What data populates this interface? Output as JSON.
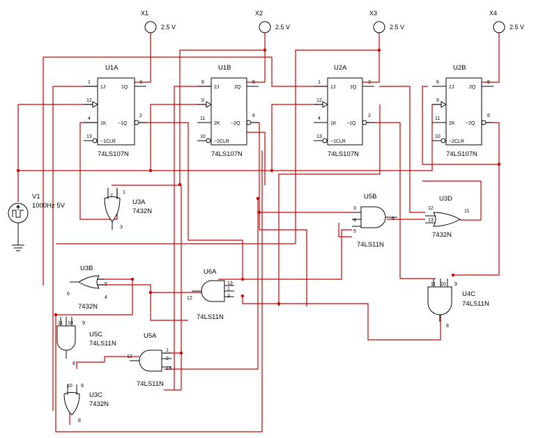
{
  "probes": [
    {
      "name": "X1",
      "reading": "2.5 V"
    },
    {
      "name": "X2",
      "reading": "2.5 V"
    },
    {
      "name": "X3",
      "reading": "2.5 V"
    },
    {
      "name": "X4",
      "reading": "2.5 V"
    }
  ],
  "source": {
    "ref": "V1",
    "spec": "1000Hz  5V"
  },
  "flipflops": [
    {
      "ref": "U1A",
      "part": "74LS107N",
      "j_pin": "1",
      "j_label": "1J",
      "clk_pin": "12",
      "k_pin": "4",
      "k_label": "1K",
      "clr_pin": "13",
      "clr_label": "~1CLR",
      "q_pin": "3",
      "q_label": "1Q",
      "qn_pin": "2",
      "qn_label": "~1Q"
    },
    {
      "ref": "U1B",
      "part": "74LS107N",
      "j_pin": "8",
      "j_label": "2J",
      "clk_pin": "9",
      "k_pin": "11",
      "k_label": "2K",
      "clr_pin": "10",
      "clr_label": "~2CLR",
      "q_pin": "5",
      "q_label": "2Q",
      "qn_pin": "6",
      "qn_label": "~2Q"
    },
    {
      "ref": "U2A",
      "part": "74LS107N",
      "j_pin": "1",
      "j_label": "1J",
      "clk_pin": "12",
      "k_pin": "4",
      "k_label": "1K",
      "clr_pin": "13",
      "clr_label": "~1CLR",
      "q_pin": "3",
      "q_label": "1Q",
      "qn_pin": "2",
      "qn_label": "~1Q"
    },
    {
      "ref": "U2B",
      "part": "74LS107N",
      "j_pin": "8",
      "j_label": "2J",
      "clk_pin": "9",
      "k_pin": "11",
      "k_label": "2K",
      "clr_pin": "10",
      "clr_label": "~2CLR",
      "q_pin": "5",
      "q_label": "2Q",
      "qn_pin": "6",
      "qn_label": "~2Q"
    }
  ],
  "gates": [
    {
      "ref": "U3A",
      "part": "7432N",
      "pins": [
        "2",
        "1",
        "3"
      ]
    },
    {
      "ref": "U3B",
      "part": "7432N",
      "pins": [
        "5",
        "4",
        "6"
      ]
    },
    {
      "ref": "U3C",
      "part": "7432N",
      "pins": [
        "10",
        "9",
        "8"
      ]
    },
    {
      "ref": "U3D",
      "part": "7432N",
      "pins": [
        "12",
        "13",
        "11"
      ]
    },
    {
      "ref": "U5B",
      "part": "74LS11N",
      "pins": [
        "3",
        "4",
        "5",
        "6"
      ]
    },
    {
      "ref": "U6A",
      "part": "74LS11N",
      "pins": [
        "13",
        "1",
        "2",
        "12"
      ]
    },
    {
      "ref": "U5C",
      "part": "74LS11N",
      "pins": [
        "11",
        "10",
        "9",
        "8"
      ]
    },
    {
      "ref": "U5A",
      "part": "74LS11N",
      "pins": [
        "1",
        "2",
        "13",
        "12"
      ]
    },
    {
      "ref": "U4C",
      "part": "74LS11N",
      "pins": [
        "11",
        "10",
        "9",
        "8"
      ]
    }
  ]
}
